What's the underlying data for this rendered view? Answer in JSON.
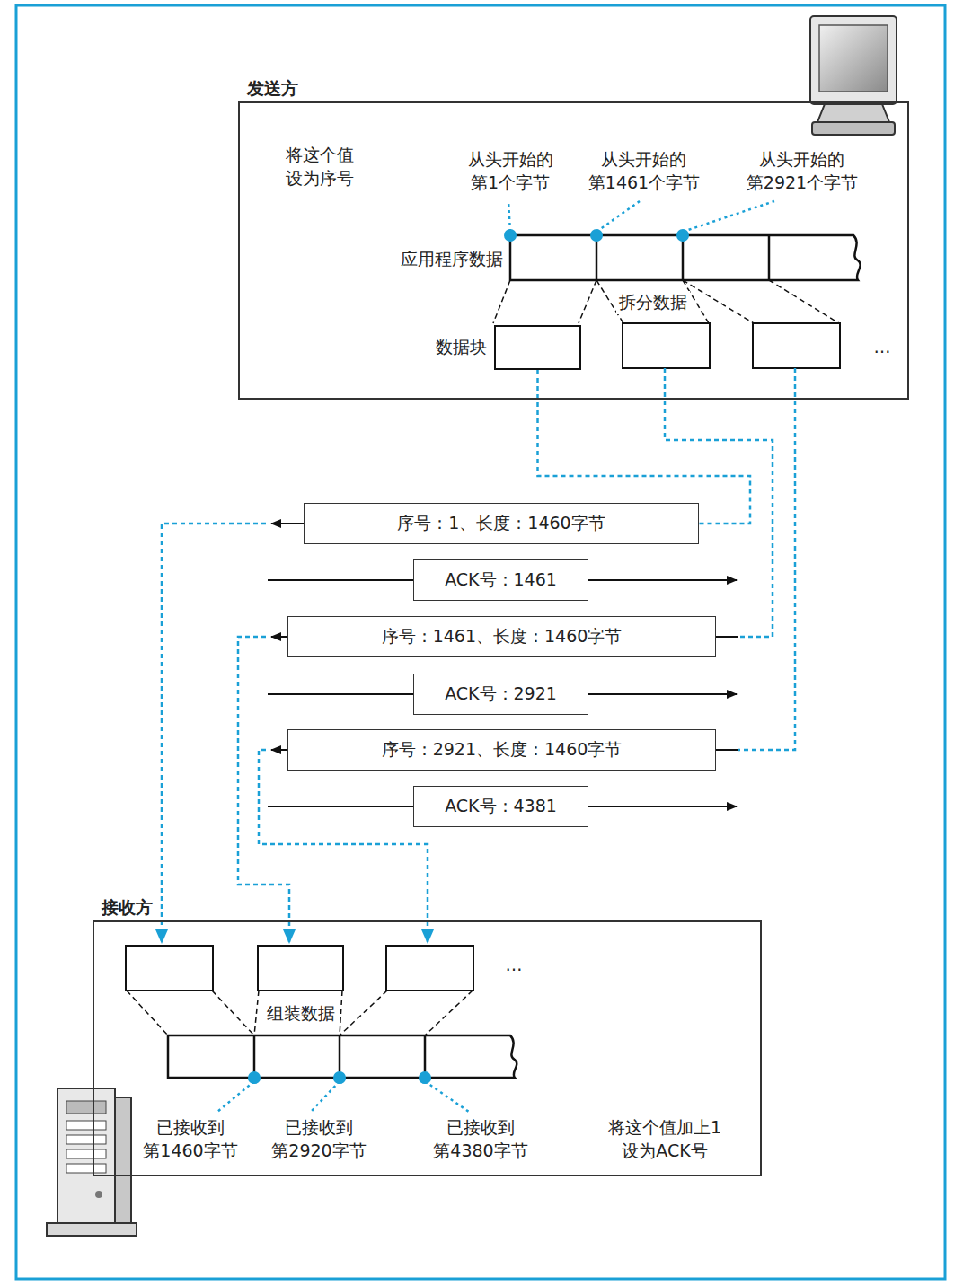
{
  "diagram": {
    "nodes": [
      {
        "text": [
          "发送方"
        ]
      },
      {
        "text": [
          "应用程序数据"
        ],
        "in": 0
      },
      {
        "text": [
          "数据块"
        ],
        "in": 0
      },
      {
        "text": [
          "序号：1、长度：1460字节"
        ]
      },
      {
        "text": [
          "ACK号：1461"
        ]
      },
      {
        "text": [
          "序号：1461、长度：1460字节"
        ]
      },
      {
        "text": [
          "ACK号：2921"
        ]
      },
      {
        "text": [
          "序号：2921、长度：1460字节"
        ]
      },
      {
        "text": [
          "ACK号：4381"
        ]
      },
      {
        "text": [
          "接收方"
        ]
      }
    ],
    "edges": [
      {
        "from": 2,
        "to": 3,
        "arrow": "none"
      }
    ],
    "labels": [
      "将这个值 设为序号",
      "从头开始的 第1个字节",
      "从头开始的 第1461个字节",
      "从头开始的 第2921个字节",
      "拆分数据",
      "…",
      "…",
      "组装数据",
      "已接收到 第1460字节",
      "已接收到 第2920字节",
      "已接收到 第4380字节",
      "将这个值加上1 设为ACK号"
    ]
  }
}
